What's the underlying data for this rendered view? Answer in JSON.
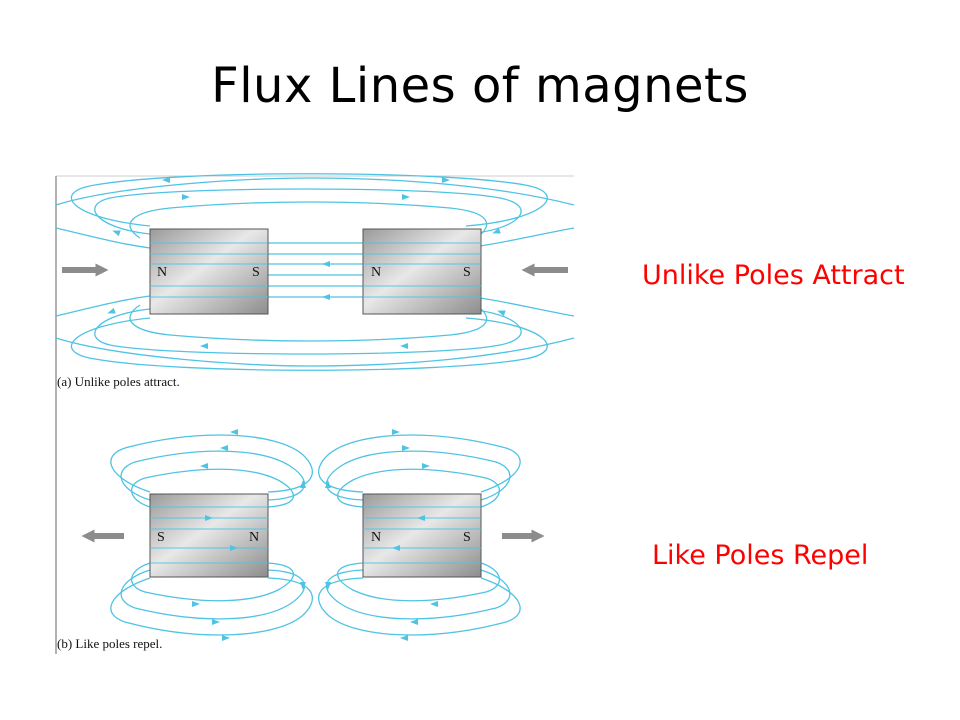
{
  "slide": {
    "title": "Flux Lines of magnets",
    "label_attract": "Unlike Poles Attract",
    "label_repel": "Like Poles Repel"
  },
  "figure": {
    "panel_a": {
      "caption": "(a) Unlike poles attract.",
      "magnet_left": {
        "left_pole": "N",
        "right_pole": "S"
      },
      "magnet_right": {
        "left_pole": "N",
        "right_pole": "S"
      }
    },
    "panel_b": {
      "caption": "(b) Like poles repel.",
      "magnet_left": {
        "left_pole": "S",
        "right_pole": "N"
      },
      "magnet_right": {
        "left_pole": "N",
        "right_pole": "S"
      }
    },
    "icons": [
      "force-arrow-icon"
    ]
  },
  "colors": {
    "flux_line": "#4fc3e3",
    "label_red": "#ff0000",
    "force_arrow": "#8c8c8c"
  }
}
